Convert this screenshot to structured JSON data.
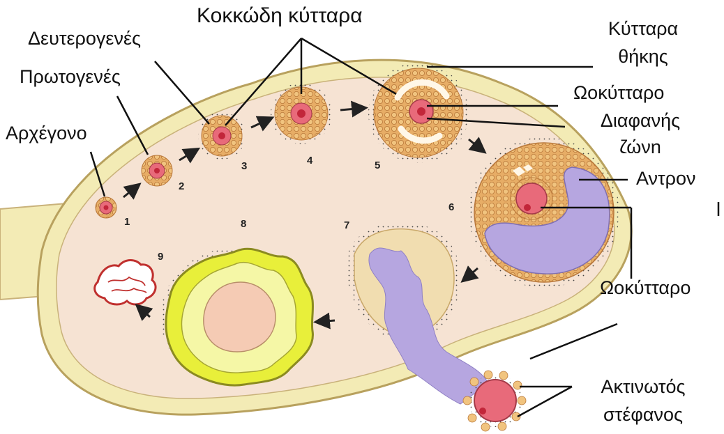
{
  "labels": {
    "granulosa_cells": "Κοκκώδη κύτταρα",
    "secondary": "Δευτερογενές",
    "primary": "Πρωτογενές",
    "primordial": "Αρχέγονο",
    "theca_cells_line1": "Κύτταρα",
    "theca_cells_line2": "θήκης",
    "oocyte_top": "Ωοκύτταρο",
    "zona_line1": "Διαφανής",
    "zona_line2": "ζώνη",
    "antrum": "Αντρον",
    "oocyte_bottom": "Ωοκύτταρο",
    "corona_line1": "Ακτινωτός",
    "corona_line2": "στέφανος"
  },
  "stage_numbers": [
    "1",
    "2",
    "3",
    "4",
    "5",
    "6",
    "7",
    "8",
    "9"
  ],
  "colors": {
    "ovary_fill": "#f6e3d3",
    "capsule": "#f3ebb5",
    "granulosa": "#e4a760",
    "oocyte": "#e86a7a",
    "antrum": "#b6a6e0",
    "corpus_luteum": "#e8ef3a",
    "corpus_albicans_outline": "#c0302e"
  }
}
